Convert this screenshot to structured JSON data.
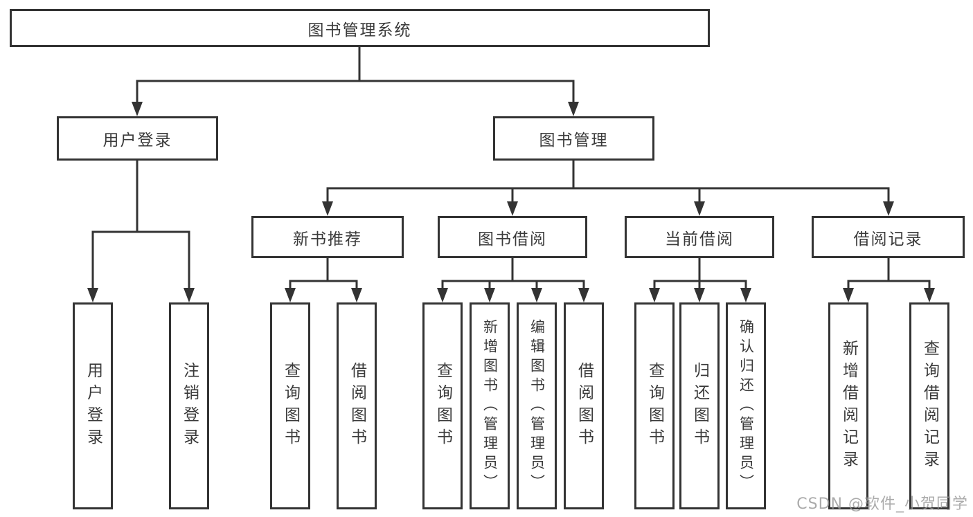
{
  "tree": {
    "root": {
      "label": "图书管理系统",
      "children": [
        {
          "label": "用户登录",
          "children": [
            {
              "label": "用户登录"
            },
            {
              "label": "注销登录"
            }
          ]
        },
        {
          "label": "图书管理",
          "children": [
            {
              "label": "新书推荐",
              "children": [
                {
                  "label": "查询图书"
                },
                {
                  "label": "借阅图书"
                }
              ]
            },
            {
              "label": "图书借阅",
              "children": [
                {
                  "label": "查询图书"
                },
                {
                  "label": "新增图书（管理员）"
                },
                {
                  "label": "编辑图书（管理员）"
                },
                {
                  "label": "借阅图书"
                }
              ]
            },
            {
              "label": "当前借阅",
              "children": [
                {
                  "label": "查询图书"
                },
                {
                  "label": "归还图书"
                },
                {
                  "label": "确认归还（管理员）"
                }
              ]
            },
            {
              "label": "借阅记录",
              "children": [
                {
                  "label": "新增借阅记录"
                },
                {
                  "label": "查询借阅记录"
                }
              ]
            }
          ]
        }
      ]
    }
  },
  "watermark": {
    "text": "CSDN @软件_小贺同学"
  },
  "colors": {
    "line": "#333333",
    "box_border": "#333333",
    "text": "#3a3a3a",
    "background": "#ffffff",
    "watermark": "#969696"
  }
}
